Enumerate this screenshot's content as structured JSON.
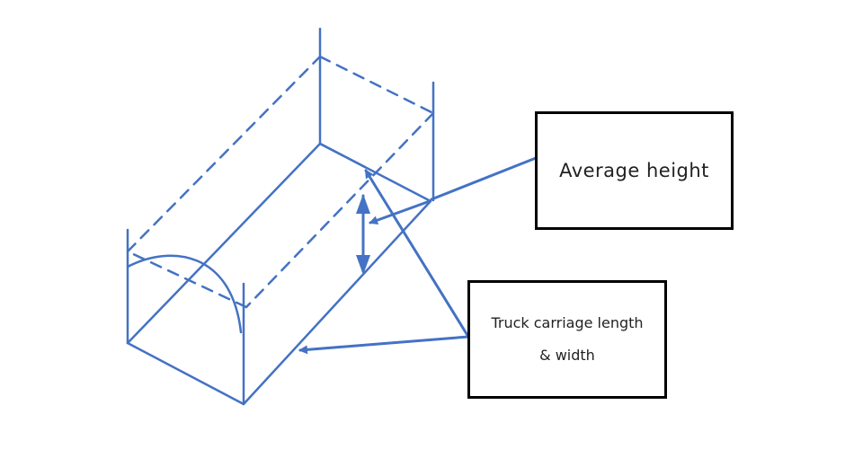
{
  "colors": {
    "stroke": "#4472C4",
    "box_border": "#000000",
    "text": "#222222"
  },
  "labels": {
    "average_height": "Average height",
    "length_width_line1": "Truck carriage length",
    "length_width_line2": "& width"
  }
}
